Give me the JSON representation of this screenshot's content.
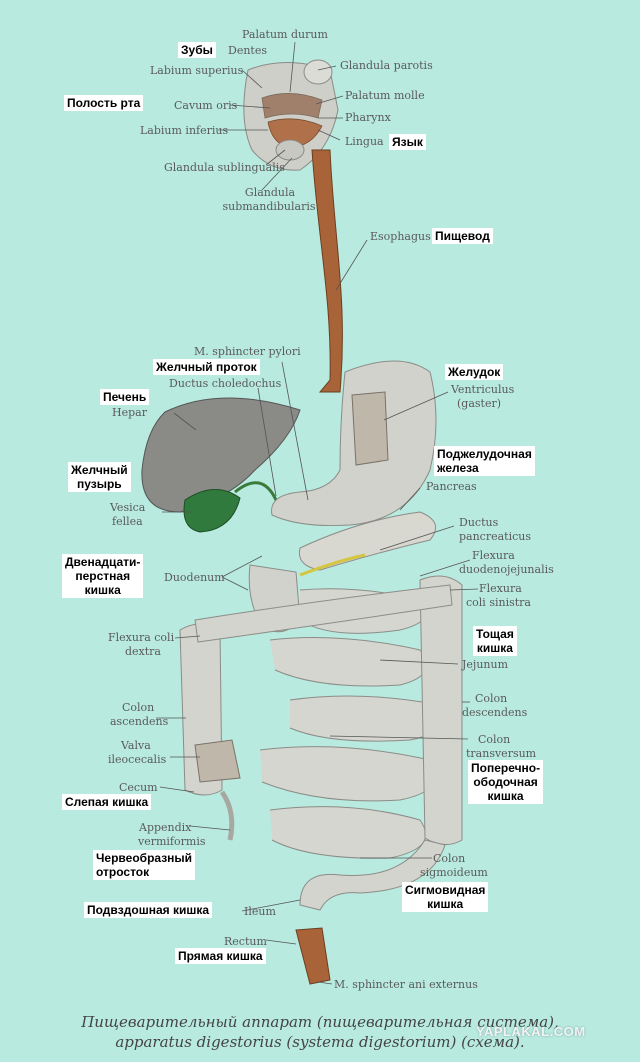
{
  "latin_labels": {
    "palatum_durum": "Palatum durum",
    "dentes": "Dentes",
    "glandula_parotis": "Glandula parotis",
    "labium_superius": "Labium superius",
    "palatum_molle": "Palatum molle",
    "cavum_oris": "Cavum oris",
    "pharynx": "Pharynx",
    "labium_inferius": "Labium inferius",
    "lingua": "Lingua",
    "glandula_sublingualis": "Glandula sublingualis",
    "glandula_submandibularis_1": "Glandula",
    "glandula_submandibularis_2": "submandibularis",
    "esophagus": "Esophagus",
    "sphincter_pylori": "M. sphincter pylori",
    "ductus_choledochus": "Ductus choledochus",
    "ventriculus": "Ventriculus",
    "gaster": "(gaster)",
    "hepar": "Hepar",
    "pancreas": "Pancreas",
    "vesica": "Vesica",
    "fellea": "fellea",
    "ductus": "Ductus",
    "pancreaticus": "pancreaticus",
    "flexura_duod_1": "Flexura",
    "flexura_duod_2": "duodenojejunalis",
    "duodenum": "Duodenum",
    "flexura_sin_1": "Flexura",
    "flexura_sin_2": "coli sinistra",
    "flexura_dex_1": "Flexura coli",
    "flexura_dex_2": "dextra",
    "jejunum": "Jejunum",
    "colon_asc_1": "Colon",
    "colon_asc_2": "ascendens",
    "colon_desc_1": "Colon",
    "colon_desc_2": "descendens",
    "colon_trans_1": "Colon",
    "colon_trans_2": "transversum",
    "valva_1": "Valva",
    "valva_2": "ileocecalis",
    "cecum": "Cecum",
    "appendix_1": "Appendix",
    "appendix_2": "vermiformis",
    "colon_sig_1": "Colon",
    "colon_sig_2": "sigmoideum",
    "ileum": "Ileum",
    "rectum": "Rectum",
    "sphincter_ani": "M. sphincter ani externus"
  },
  "russian_labels": {
    "zuby": "Зубы",
    "polost_rta": "Полость рта",
    "yazyk": "Язык",
    "pishchevod": "Пищевод",
    "zhelchny_protok": "Желчный проток",
    "zheludok": "Желудок",
    "pechen": "Печень",
    "podzhelud_1": "Поджелудочная",
    "podzhelud_2": "железа",
    "zhelchny_puzyr_1": "Желчный",
    "zhelchny_puzyr_2": "пузырь",
    "dvenadts_1": "Двенадцати-",
    "dvenadts_2": "перстная",
    "dvenadts_3": "кишка",
    "toshchaya_1": "Тощая",
    "toshchaya_2": "кишка",
    "poperech_1": "Поперечно-",
    "poperech_2": "ободочная",
    "poperech_3": "кишка",
    "slepaya": "Слепая кишка",
    "chervo_1": "Червеобразный",
    "chervo_2": "отросток",
    "sigmo_1": "Сигмовидная",
    "sigmo_2": "кишка",
    "podvzdosh": "Подвздошная кишка",
    "pryamaya": "Прямая кишка"
  },
  "caption": {
    "line1": "Пищеварительный аппарат (пищеварительная система),",
    "line2": "apparatus digestorius (systema digestorium) (схема)."
  },
  "watermark": "YAPLAKAL.COM",
  "colors": {
    "background": "#b8eadf",
    "organ": "#d2d2cc",
    "esophagus": "#a86438",
    "gallbladder": "#2f7a3c",
    "liver": "#8a8a86"
  }
}
